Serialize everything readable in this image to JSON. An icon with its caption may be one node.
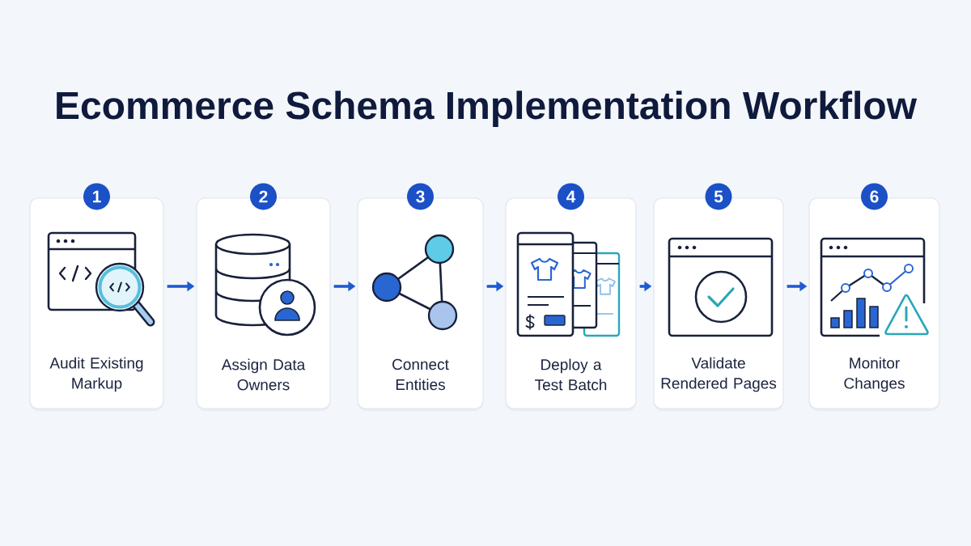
{
  "diagram": {
    "title": "Ecommerce Schema Implementation Workflow",
    "nodes": [
      {
        "text": [
          "1",
          "Audit Existing Markup"
        ]
      },
      {
        "text": [
          "2",
          "Assign Data Owners"
        ]
      },
      {
        "text": [
          "3",
          "Connect Entities"
        ]
      },
      {
        "text": [
          "4",
          "Deploy a Test Batch"
        ]
      },
      {
        "text": [
          "5",
          "Validate Rendered Pages"
        ]
      },
      {
        "text": [
          "6",
          "Monitor Changes"
        ]
      }
    ],
    "edges": [
      {
        "from": 0,
        "to": 1,
        "arrow": "to"
      },
      {
        "from": 1,
        "to": 2,
        "arrow": "to"
      },
      {
        "from": 2,
        "to": 3,
        "arrow": "to"
      },
      {
        "from": 3,
        "to": 4,
        "arrow": "to"
      },
      {
        "from": 4,
        "to": 5,
        "arrow": "to"
      }
    ]
  }
}
